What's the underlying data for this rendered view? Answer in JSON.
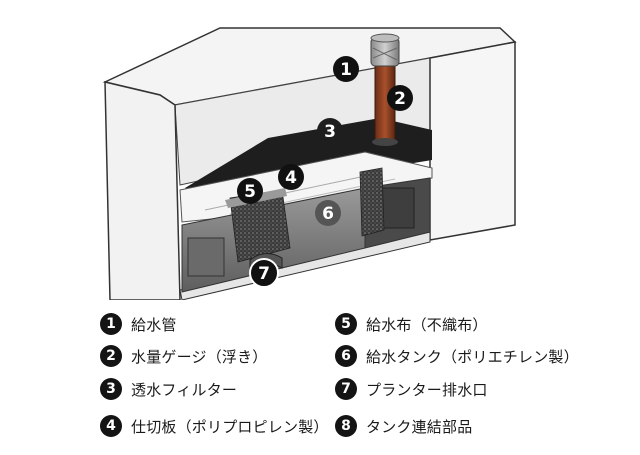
{
  "callouts": [
    "1",
    "2",
    "3",
    "4",
    "5",
    "6",
    "7"
  ],
  "legend": [
    {
      "num": "1",
      "label": "給水管"
    },
    {
      "num": "2",
      "label": "水量ゲージ（浮き）"
    },
    {
      "num": "3",
      "label": "透水フィルター"
    },
    {
      "num": "4",
      "label": "仕切板（ポリプロピレン製）"
    },
    {
      "num": "5",
      "label": "給水布（不織布）"
    },
    {
      "num": "6",
      "label": "給水タンク（ポリエチレン製）"
    },
    {
      "num": "7",
      "label": "プランター排水口"
    },
    {
      "num": "8",
      "label": "タンク連結部品"
    }
  ]
}
